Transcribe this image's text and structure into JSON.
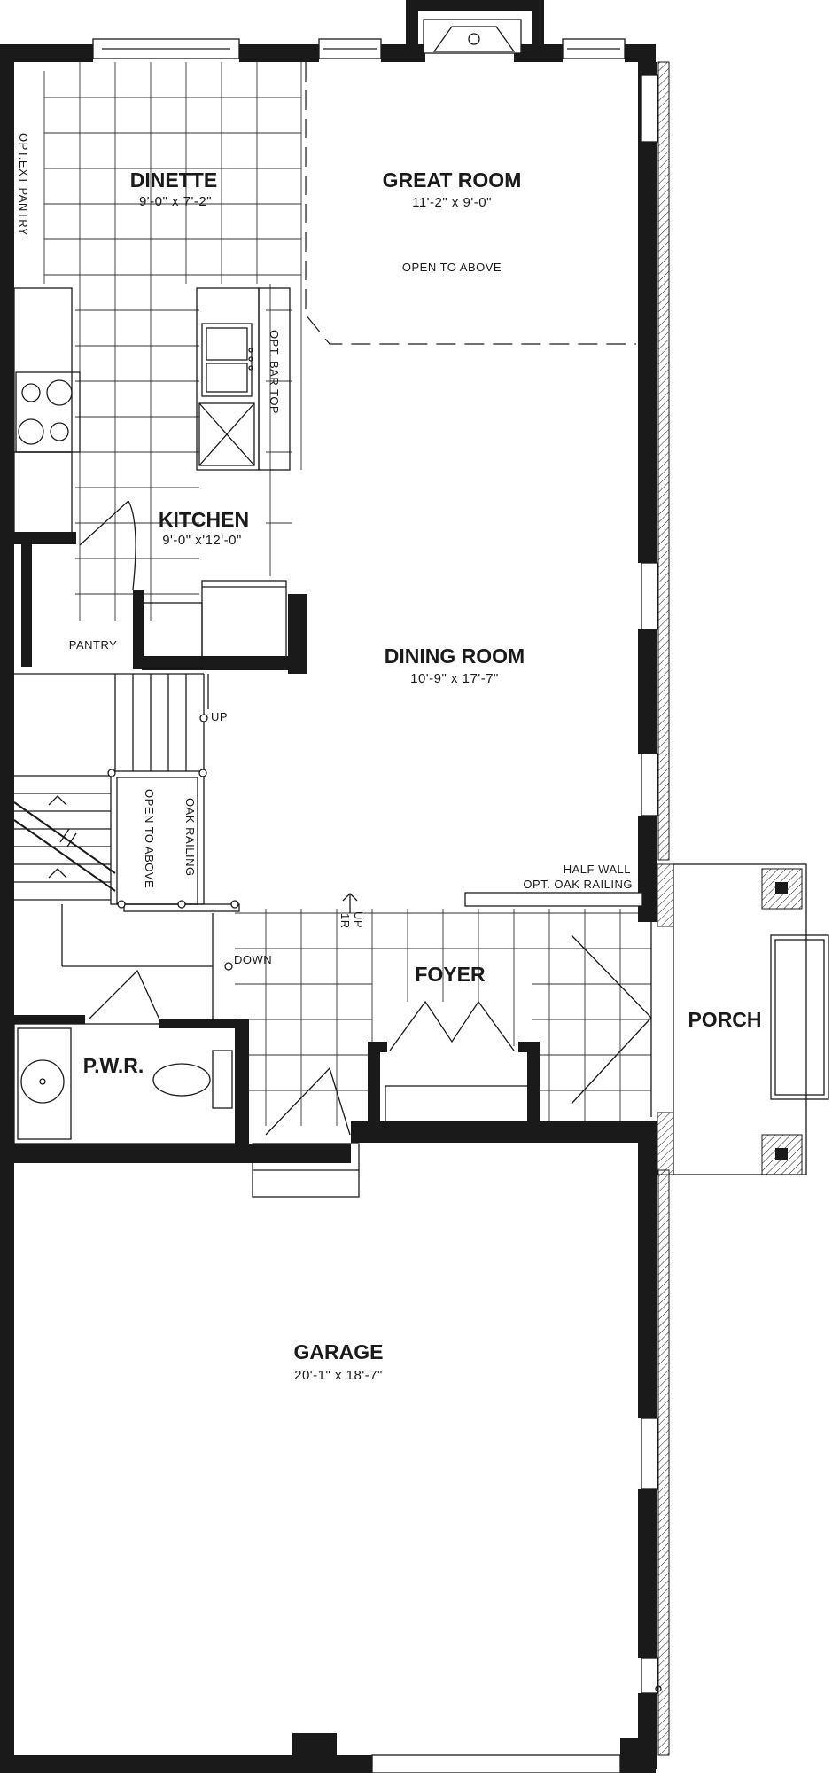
{
  "rooms": {
    "dinette": {
      "name": "DINETTE",
      "dims": "9'-0\" x 7'-2\""
    },
    "great_room": {
      "name": "GREAT ROOM",
      "dims": "11'-2\" x 9'-0\"",
      "note": "OPEN TO ABOVE"
    },
    "kitchen": {
      "name": "KITCHEN",
      "dims": "9'-0\" x'12'-0\""
    },
    "dining_room": {
      "name": "DINING ROOM",
      "dims": "10'-9\" x 17'-7\""
    },
    "foyer": {
      "name": "FOYER"
    },
    "porch": {
      "name": "PORCH"
    },
    "powder": {
      "name": "P.W.R."
    },
    "garage": {
      "name": "GARAGE",
      "dims": "20'-1\" x 18'-7\""
    }
  },
  "labels": {
    "opt_ext_pantry": "OPT.EXT PANTRY",
    "opt_bar_top": "OPT. BAR TOP",
    "pantry": "PANTRY",
    "up": "UP",
    "open_to_above": "OPEN TO ABOVE",
    "oak_railing": "OAK RAILING",
    "half_wall": "HALF WALL",
    "opt_oak_railing": "OPT. OAK RAILING",
    "up_1r_a": "UP",
    "up_1r_b": "1R",
    "down": "DOWN"
  }
}
